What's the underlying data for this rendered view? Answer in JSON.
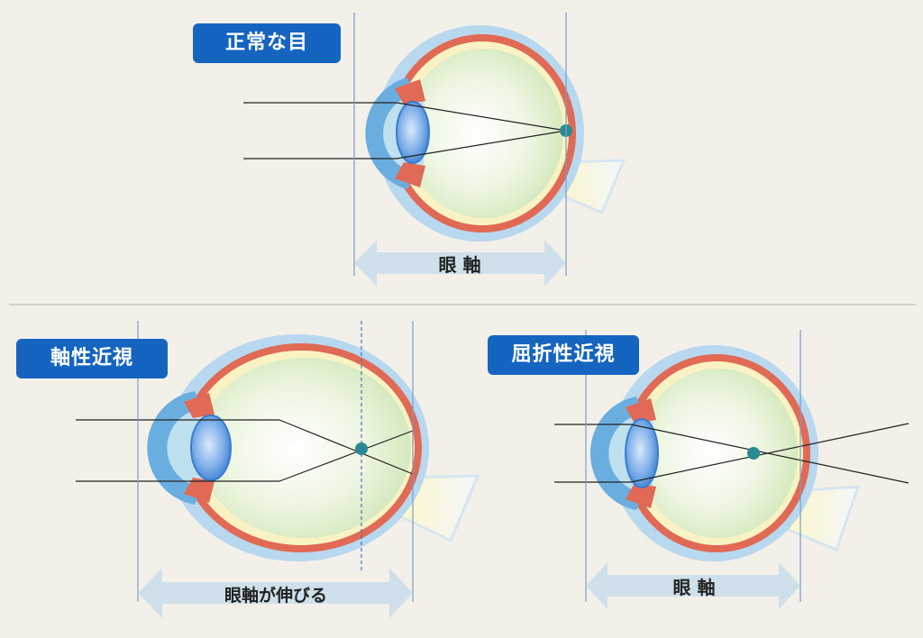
{
  "labels": {
    "normal_eye": "正常な目",
    "axial_myopia": "軸性近視",
    "refractive_myopia": "屈折性近視"
  },
  "arrows": {
    "normal_axis": "眼 軸",
    "elongated_axis": "眼軸が伸びる",
    "refractive_axis": "眼 軸"
  },
  "colors": {
    "background": "#f3f0ea",
    "badge": "#1565c0",
    "sclera": "#e06a55",
    "vitreous": "#e6f2d6",
    "cornea": "#6aaee0",
    "lens": "#4a90d9",
    "focus_point": "#2a8a92",
    "axis_arrow": "#cfe0ea",
    "guide_line": "#7a9cc8"
  }
}
